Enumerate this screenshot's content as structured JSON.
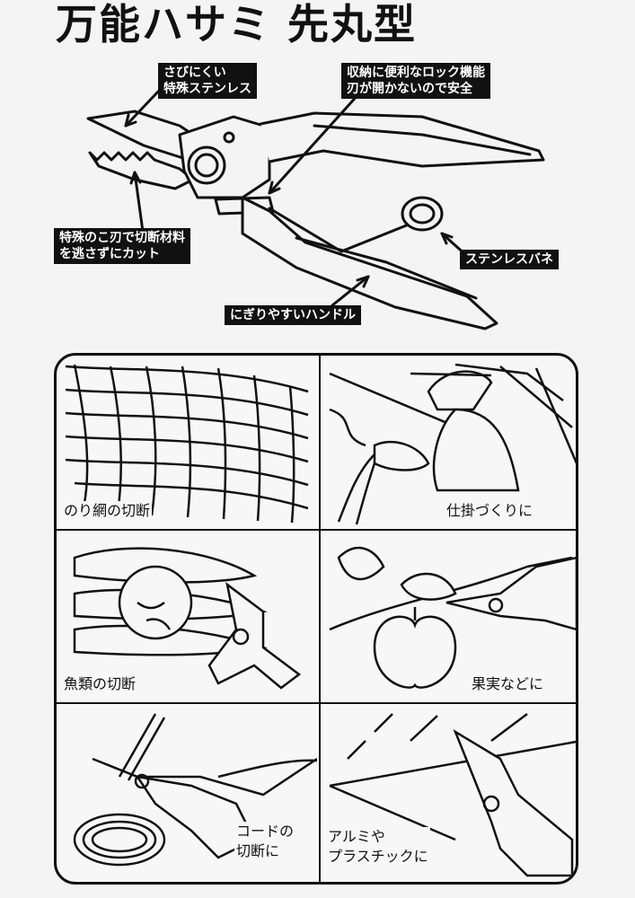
{
  "title": "万能ハサミ 先丸型",
  "callouts": {
    "stainless": [
      "さびにくい",
      "特殊ステンレス"
    ],
    "lock": [
      "収納に便利なロック機能",
      "刃が開かないので安全"
    ],
    "saw_blade": [
      "特殊のこ刃で切断材料",
      "を逃さずにカット"
    ],
    "spring": "ステンレスバネ",
    "handle": "にぎりやすいハンドル"
  },
  "uses": {
    "nori_net": "のり網の切断",
    "tackle": "仕掛づくりに",
    "fish": "魚類の切断",
    "fruit": "果実などに",
    "cord": [
      "コードの",
      "切断に"
    ],
    "aluminum": [
      "アルミや",
      "プラスチックに"
    ]
  },
  "colors": {
    "ink": "#111111",
    "paper": "#f4f4f4",
    "label_text": "#ffffff"
  }
}
